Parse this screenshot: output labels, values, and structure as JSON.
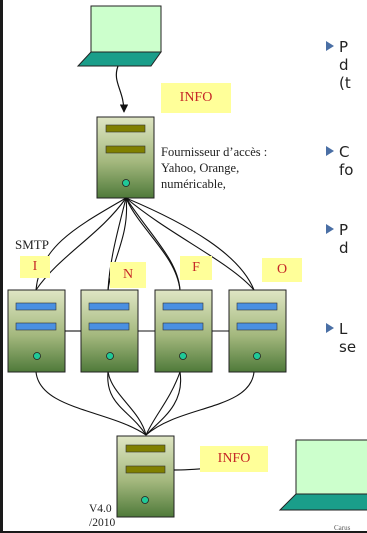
{
  "labels": {
    "info_top": "INFO",
    "info_bottom": "INFO",
    "provider_line1": "Fournisseur d’accès :",
    "provider_line2": "Yahoo, Orange,",
    "provider_line3": "numéricable,",
    "smtp": "SMTP",
    "packet_1": "I",
    "packet_2": "N",
    "packet_3": "F",
    "packet_4": "O",
    "version_line1": "V4.0",
    "version_line2": "/2010",
    "footer_cut": "Carus"
  },
  "bullets": [
    {
      "line1": "P",
      "line2": "d",
      "line3": "(t"
    },
    {
      "line1": "C",
      "line2": "fo"
    },
    {
      "line1": "P",
      "line2": "d"
    },
    {
      "line1": "L",
      "line2": "se"
    }
  ],
  "colors": {
    "laptop_screen": "#ccffcc",
    "laptop_base": "#1a9e8a",
    "server_top": "#cfd8b0",
    "server_bottom": "#4f7a3a",
    "server_slot_green": "#808000",
    "server_slot_blue": "#4a90e2",
    "indicator": "#20c997",
    "label_fill": "#ffff99",
    "label_text": "#c62828"
  }
}
